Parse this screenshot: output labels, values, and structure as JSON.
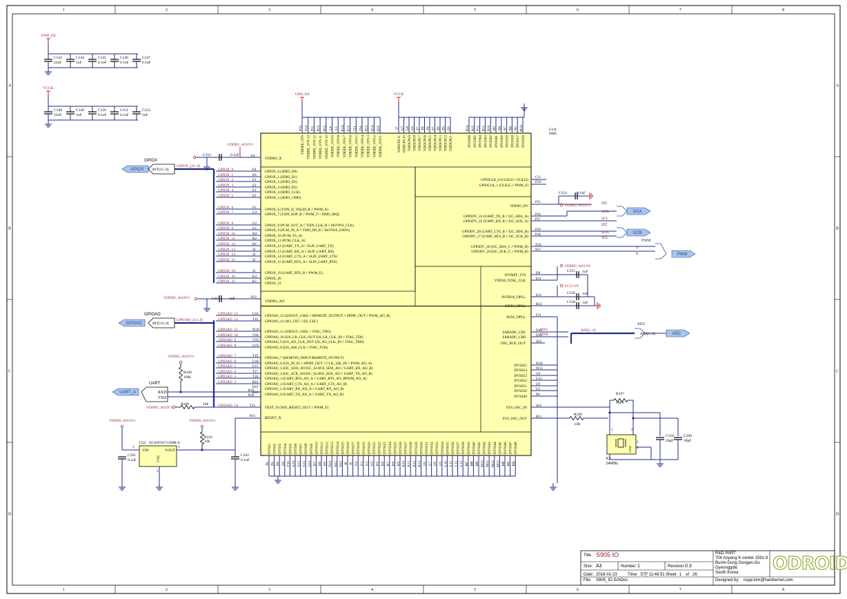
{
  "grid": {
    "columns": [
      "1",
      "2",
      "3",
      "4",
      "5",
      "6",
      "7",
      "8"
    ],
    "rows": [
      "A",
      "B",
      "C",
      "D"
    ]
  },
  "nets": {
    "vdd_ee": "VDD_EE",
    "vcck": "VCCK",
    "vddio_ao3v3": "VDDIO_AO3V3",
    "vddio_ao1v8": "VDDIO_AO1V8",
    "vcc1v8": "VCC1V8"
  },
  "decoupling_vdd_ee": [
    {
      "ref": "C143",
      "value": "22uF"
    },
    {
      "ref": "C144",
      "value": "1uF"
    },
    {
      "ref": "C145",
      "value": "0.1uF"
    },
    {
      "ref": "C146",
      "value": "0.1uF"
    },
    {
      "ref": "C147",
      "value": "0.1uF"
    }
  ],
  "decoupling_vcck": [
    {
      "ref": "C148",
      "value": "22uF"
    },
    {
      "ref": "C149",
      "value": "1uF"
    },
    {
      "ref": "C150",
      "value": "0.1uF"
    },
    {
      "ref": "C151",
      "value": "0.1uF"
    },
    {
      "ref": "C152",
      "value": "1nF"
    }
  ],
  "ic": {
    "ref": "U1A",
    "part": "S905",
    "vddio_x": "VDDIO_X",
    "vddio_ao": "VDDIO_AO",
    "test_n": "TEST_N (WD_RESET_OUT // PWM_F)",
    "reset_n": "RESET_N",
    "vddee_top": [
      "VDDEE_0V9",
      "VDDEE_0V9-13",
      "VDDEE_0V9-12",
      "VDDEE_0V9-11",
      "VDDEE_0V9-10",
      "VDDEE_0V9-9",
      "VDDEE_0V9-8",
      "VDDEE_0V9-7",
      "VDDEE_0V9-6",
      "VDDEE_0V9-5",
      "VDDEE_0V9-4",
      "VDDEE_0V9-3",
      "VDDEE_0V9-2",
      "VDDEE_0V9-1"
    ],
    "vddee_pins": [
      "P12",
      "P14",
      "P11",
      "N13",
      "N12",
      "L4",
      "L5",
      "K14",
      "K15",
      "J13",
      "J14",
      "H13",
      "H14",
      "H15"
    ],
    "vddcpu_top": [
      "VDDCPU11",
      "VDDCPU10",
      "VDDCPU9",
      "VDDCPU8",
      "VDDCPU7",
      "VDDCPU6",
      "VDDCPU5",
      "VDDCPU4",
      "VDDCPU3",
      "VDDCPU2",
      "VDDCPU1"
    ],
    "vddcpu_pins": [
      "J7",
      "G7",
      "G8",
      "G9",
      "F7",
      "F8",
      "F9",
      "E7",
      "E8",
      "E9",
      "D9"
    ],
    "dvss_top": [
      "DVSS66",
      "DVSS65",
      "DVSS64",
      "DVSS63",
      "DVSS62",
      "DVSS61",
      "DVSS60",
      "DVSS59",
      "DVSS58",
      "DVSS57",
      "DVSS56"
    ],
    "dvss_top_pins": [
      "N14",
      "N15",
      "P13",
      "N11",
      "N10",
      "N9",
      "N8",
      "N7",
      "N6",
      "N5",
      "M14"
    ],
    "dvss_bottom": [
      "DVSS1",
      "DVSS2",
      "DVSS3",
      "DVSS4",
      "DVSS5",
      "DVSS6",
      "DVSS7",
      "DVSS8",
      "DVSS9",
      "DVSS10",
      "DVSS11",
      "DVSS12",
      "DVSS13",
      "DVSS14",
      "DVSS15",
      "DVSS16",
      "DVSS17",
      "DVSS18",
      "DVSS19",
      "DVSS20",
      "DVSS21",
      "DVSS22",
      "DVSS23",
      "DVSS24",
      "DVSS25",
      "DVSS26",
      "DVSS27",
      "DVSS28",
      "DVSS29",
      "DVSS30",
      "DVSS31",
      "DVSS32",
      "DVSS33",
      "DVSS34",
      "DVSS35",
      "DVSS36",
      "DVSS37",
      "DVSS38",
      "DVSS39",
      "DVSS40",
      "DVSS41",
      "DVSS42",
      "DVSS43",
      "DVSS44",
      "DVSS45",
      "DVSS46",
      "DVSS47",
      "DVSS48"
    ],
    "dvss_bottom_pins": [
      "F6",
      "E6",
      "D6",
      "G6",
      "F10",
      "G10",
      "G11",
      "G12",
      "G13",
      "H7",
      "H8",
      "H9",
      "H10",
      "H11",
      "H12",
      "J8",
      "J9",
      "J10",
      "J11",
      "J12",
      "J15",
      "K5",
      "K6",
      "K7",
      "K8",
      "K9",
      "K10",
      "K11",
      "K12",
      "K13",
      "L6",
      "L7",
      "L8",
      "L9",
      "L10",
      "L11",
      "L12",
      "L13",
      "M7",
      "M8",
      "M9",
      "M10",
      "M11",
      "M12",
      "M13",
      "M6",
      "M5",
      "M4"
    ]
  },
  "gpiox": [
    {
      "pin": "F4",
      "net": "GPIOX_0",
      "func": "GPIOX_0 (SDIO_D0)"
    },
    {
      "pin": "D1",
      "net": "GPIOX_1",
      "func": "GPIOX_1 (SDIO_D1)"
    },
    {
      "pin": "F3",
      "net": "GPIOX_2",
      "func": "GPIOX_2 (SDIO_D2)"
    },
    {
      "pin": "E2",
      "net": "GPIOX_3",
      "func": "GPIOX_3 (SDIO_D3)"
    },
    {
      "pin": "E1",
      "net": "GPIOX_4",
      "func": "GPIOX_4 (SDIO_CLK)"
    },
    {
      "pin": "F2",
      "net": "GPIOX_5",
      "func": "GPIOX_5 (SDIO_CMD)"
    },
    {
      "pin": "F1",
      "net": "GPIOX_6",
      "func": "GPIOX_6 (TSIN_D_VALID_B // PWM_A)"
    },
    {
      "pin": "G3",
      "net": "GPIOX_7",
      "func": "GPIOX_7 (TSIN_SOP_B // PWM_F // SDIO_IRQ)"
    },
    {
      "pin": "G2",
      "net": "GPIOX_8",
      "func": "GPIOX_8 (PCM_OUT_A // TSIN_CLK_B // ISO7816_CLK)"
    },
    {
      "pin": "G1",
      "net": "GPIOX_9",
      "func": "GPIOX_9 (PCM_IN_A // TSIN_D0_B // ISO7816_DATA)"
    },
    {
      "pin": "H4",
      "net": "GPIOX_10",
      "func": "GPIOX_10 (PCM_FS_A)"
    },
    {
      "pin": "H2",
      "net": "GPIOX_11",
      "func": "GPIOX_11 (PCM_CLK_A)"
    },
    {
      "pin": "H1",
      "net": "GPIOX_12",
      "func": "GPIOX_12 (UART_TX_A // SLIP_UART_TX)"
    },
    {
      "pin": "J4",
      "net": "GPIOX_13",
      "func": "GPIOX_13 (UART_RX_A // SLIP_UART_RX)"
    },
    {
      "pin": "J3",
      "net": "GPIOX_14",
      "func": "GPIOX_14 (UART_CTS_A // SLIP_UART_CTS)"
    },
    {
      "pin": "J2",
      "net": "GPIOX_15",
      "func": "GPIOX_15 (UART_RTS_A // SLIP_UART_RTS)"
    },
    {
      "pin": "J1",
      "net": "GPIOX_19",
      "func": "GPIOX_19 (UART_RTS_B // PWM_E)"
    },
    {
      "pin": "K3",
      "net": "GPIOX_20",
      "func": "GPIOX_20"
    },
    {
      "pin": "K1",
      "net": "GPIOX_21",
      "func": "GPIOX_21"
    }
  ],
  "gpioao": [
    {
      "pin": "U16",
      "net": "GPIOAO_13",
      "func": "GPIOAO_13 (I2SOUT_CH45 // REMOTE_OUTPUT // SPDIF_OUT // PWM_AO_B)"
    },
    {
      "pin": "T16",
      "net": "GPIOAO_12",
      "func": "GPIOAO_12 (AO_CEC // EE_CEC)"
    },
    {
      "pin": "W19",
      "net": "GPIOAO_11",
      "func": "GPIOAO_11 (I2SOUT_CH01 // JTAG_TDO)"
    },
    {
      "pin": "V18",
      "net": "GPIOAO_10",
      "func": "GPIOAO_10 (I2S_LR_CLK_OUT I2S_LR_CLK_IN // JTAG_TDI)"
    },
    {
      "pin": "V19",
      "net": "GPIOAO_9",
      "func": "GPIOAO_9 (I2S_AO_CLK_OUT I2S_AO_CLK_IN // JTAG_TMS)"
    },
    {
      "pin": "U19",
      "net": "GPIOAO_8",
      "func": "GPIOAO_8 (I2S_AM_CLK // JTAG_TCK)"
    },
    {
      "pin": "T19",
      "net": "GPIOAO_7",
      "func": "GPIOAO_7 (REMOTE_INPUT/REMOTE_OUTPUT)"
    },
    {
      "pin": "U18",
      "net": "GPIOAO_6",
      "func": "GPIOAO_6 (I2S_IN_01 // SPDIF_OUT // CLK_32K_IN // PWM_AO_A)"
    },
    {
      "pin": "U17",
      "net": "GPIOAO_5",
      "func": "GPIOAO_5 (I2C_SDA_AO/I2C_SLAVE_SDA_AO // UART_RX_AO_B)"
    },
    {
      "pin": "T17",
      "net": "GPIOAO_4",
      "func": "GPIOAO_4 (I2C_SCK_AO/I2C_SLAVE_SCK_AO // UART_TX_AO_B)"
    },
    {
      "pin": "T18",
      "net": "GPIOAO_3",
      "func": "GPIOAO_3 (UART_RTS_AO_A // UART_RTS_AO_BPWM_AO_A)"
    },
    {
      "pin": "R16",
      "net": "GPIOAO_2",
      "func": "GPIOAO_2 (UART_CTS_AO_A // UART_CTS_AO_B)"
    },
    {
      "pin": "R19",
      "net": "",
      "func": "GPIOAO_1 (UART_RX_AO_A // UART_RX_AO_B)"
    },
    {
      "pin": "R18",
      "net": "",
      "func": "GPIOAO_0 (UART_TX_AO_A // UART_TX_AO_B)"
    }
  ],
  "right_side": {
    "gpioclk0": "GPIOCLK_0 (CLK24 // CLK12)",
    "gpioclk1": "GPIOCLK_1 (CLK25 // PWM_F)",
    "clk_pins": [
      "C11",
      "D10"
    ],
    "vddio_dv": "VDDIO_DV",
    "gpiodv": [
      {
        "pin": "P16",
        "func": "GPIODV_24 (UART_TX_B // I2C_SDA_A)"
      },
      {
        "pin": "P17",
        "func": "GPIODV_25 (UART_RX_B // I2C_SCK_A)"
      },
      {
        "pin": "P19",
        "func": "GPIODV_26 (UART_CTS_B // I2C_SDA_B)"
      },
      {
        "pin": "P18",
        "func": "GPIODV_27 (UART_RTS_B // I2C_SCK_B)"
      },
      {
        "pin": "N18",
        "func": "GPIODV_28 (I2C_SDA_C // PWM_D)"
      },
      {
        "pin": "N17",
        "func": "GPIODV_29 (I2C_SCK_C // PWM_B)"
      }
    ],
    "pin_p15": "P15",
    "analog": [
      {
        "pin": "D9",
        "func": "IOVREF_1V8"
      },
      {
        "pin": "E11",
        "func": "VDD18_XTAL_CLK"
      },
      {
        "pin": "E12",
        "func": "AVDD18_DPLL"
      },
      {
        "pin": "B12",
        "func": "EXTC_DPLL"
      },
      {
        "pin": "F11",
        "func": "AVSS_DPLL"
      },
      {
        "pin": "D11",
        "func": "SARADC_CH1"
      },
      {
        "pin": "D12",
        "func": "SARADC_CH0"
      },
      {
        "pin": "A12",
        "func": "OSC_BUF_OUT"
      }
    ],
    "dvss_right": [
      {
        "pin": "W16",
        "func": "DVSS55"
      },
      {
        "pin": "W13",
        "func": "DVSS54"
      },
      {
        "pin": "V6",
        "func": "DVSS53"
      },
      {
        "pin": "U15",
        "func": "DVSS52"
      },
      {
        "pin": "U9",
        "func": "DVSS51"
      },
      {
        "pin": "U1",
        "func": "DVSS50"
      },
      {
        "pin": "P6",
        "func": "DVSS49"
      }
    ],
    "osc": [
      {
        "pin": "A11",
        "func": "SYS_OSC_IN"
      },
      {
        "pin": "B11",
        "func": "SYS_OSC_OUT"
      }
    ]
  },
  "buses": {
    "gpiox_port": "GPIOX",
    "gpiox_box": "GPIOX",
    "gpiox_bits": "BIT[21..0]",
    "gpiox_label": "GPIOX_[21..0]",
    "gpioao_port": "GPIOAO",
    "gpioao_box": "GPIOAO",
    "gpioao_bits": "BIT[14..0]",
    "gpioao_label": "GPIOAO_[14..0]",
    "uart_port": "UART_A",
    "uart_box": "UART",
    "uart_rxd": "RXD",
    "uart_txd": "TXD",
    "i2ca": "I2CA",
    "i2cb": "I2CB",
    "i2c": "I2C",
    "sda": "SDA",
    "scl": "SCL",
    "pwm": "PWM",
    "pwm_d": "D",
    "pwm_b": "B",
    "adc_port": "ADC",
    "adc_box": "ADC",
    "adc_bits": "AIN[1..0]",
    "ain_label": "AIN[1..0]",
    "ain1": "AIN1",
    "ain0": "AIN0",
    "gpioao14": "GPIOAO_14"
  },
  "parts": {
    "c153": {
      "ref": "C153",
      "value": "0.1uF"
    },
    "c157": {
      "ref": "C157",
      "value": "1uF"
    },
    "c154": {
      "ref": "C154",
      "value": "0.1uF"
    },
    "c155": {
      "ref": "C155",
      "value": "1uF"
    },
    "c156": {
      "ref": "C156",
      "value": "1uF"
    },
    "c158": {
      "ref": "C158",
      "value": "1uF"
    },
    "r106": {
      "ref": "R106",
      "value": "100k"
    },
    "r108": {
      "ref": "R108",
      "value": "10k"
    },
    "r110": {
      "ref": "R110",
      "value": "10k"
    },
    "r107": {
      "ref": "R107",
      "value": "1M F"
    },
    "r109": {
      "ref": "R109",
      "value": "33R"
    },
    "c159": {
      "ref": "C159",
      "value": "20pF"
    },
    "c160": {
      "ref": "C160",
      "value": "20pF"
    },
    "c161": {
      "ref": "C161",
      "value": "0.1uF"
    },
    "c162": {
      "ref": "C162",
      "value": "0.1uF"
    },
    "x3": {
      "ref": "X3",
      "value": "24MHz",
      "pins": [
        "1",
        "2",
        "3",
        "4"
      ],
      "gnd": "GND"
    },
    "u22": {
      "ref": "U22",
      "part": "XC61FN2712MR-G",
      "vin": "VIN",
      "vout": "VOUT",
      "vss": "VSS",
      "pin3": "3",
      "pin1": "1",
      "pin2": "2"
    }
  },
  "title_block": {
    "title_label": "Title",
    "title": "S905 IO",
    "size_label": "Size:",
    "size": "A3",
    "number_label": "Number:",
    "number": "1",
    "revision_label": "Revision:",
    "revision": "0.3",
    "date_label": "Date:",
    "date": "2018-01-23",
    "time_label": "Time:",
    "time": "오전 11:46:51",
    "sheet_label": "Sheet",
    "sheet": "1",
    "of_label": "of",
    "of": "26",
    "file_label": "File:",
    "file": "S905_IO.SchDoc",
    "company": [
      "R&D PART",
      "704 Anyang K-center 1591-9",
      "Burim-Dong Dongan-Gu",
      "Gyeonggido",
      "South Korea"
    ],
    "designed_by_label": "Designed by:",
    "designed_by": "ruppi.kim@hardkernel.com",
    "logo": "ODROID"
  },
  "colors": {
    "wire": "#1a2a8a",
    "net": "#8b1a1a",
    "power": "#c02020",
    "ic_fill": "#ffffb0",
    "port_fill": "#a9c4ee",
    "border": "#000000",
    "logo": "#8fb03a"
  }
}
